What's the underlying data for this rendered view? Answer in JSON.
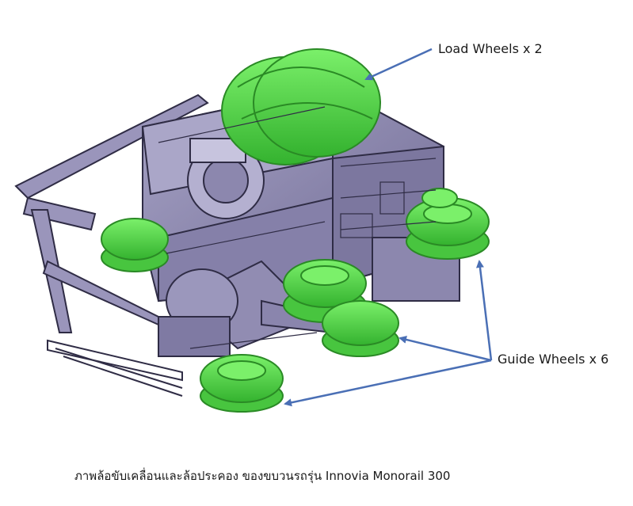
{
  "labels": {
    "load_wheels": "Load Wheels x 2",
    "guide_wheels": "Guide Wheels x 6"
  },
  "caption": "ภาพล้อขับเคลื่อนและล้อประคอง ของขบวนรถรุ่น Innovia Monorail 300",
  "colors": {
    "wheel_green": "#5fe14d",
    "wheel_green_dark": "#2f9e2a",
    "frame_purple": "#8c87ae",
    "frame_dark": "#3a3752",
    "arrow_blue": "#4a6fb5"
  },
  "icons": {
    "arrow": "arrow-icon"
  }
}
